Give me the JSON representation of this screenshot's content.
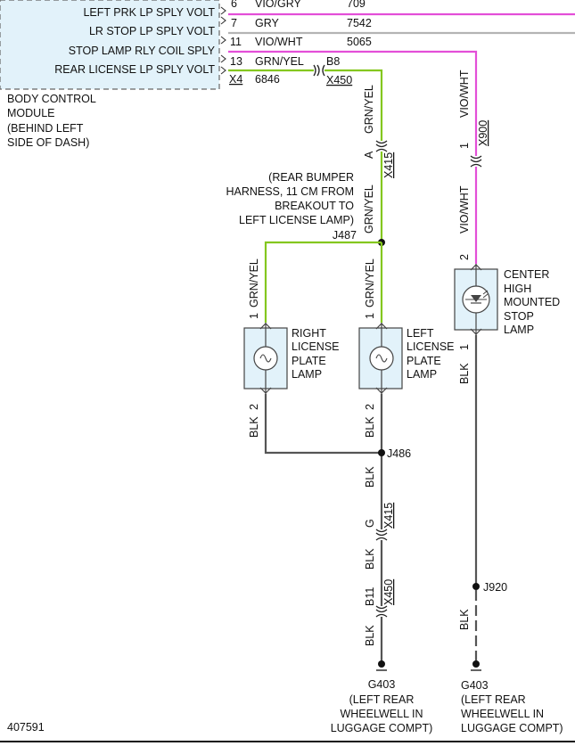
{
  "module": {
    "name_lines": [
      "BODY CONTROL",
      "MODULE",
      "(BEHIND LEFT",
      "SIDE OF DASH)"
    ],
    "signals": [
      {
        "label": "LEFT PRK LP SPLY VOLT",
        "pin": "6",
        "color": "VIO/GRY",
        "circuit": "709"
      },
      {
        "label": "LR STOP LP SPLY VOLT",
        "pin": "7",
        "color": "GRY",
        "circuit": "7542"
      },
      {
        "label": "STOP LAMP RLY COIL SPLY",
        "pin": "11",
        "color": "VIO/WHT",
        "circuit": "5065"
      },
      {
        "label": "REAR LICENSE LP SPLY VOLT",
        "pin": "13",
        "color": "GRN/YEL",
        "circuit": "6846"
      }
    ],
    "connector": "X4",
    "pin_b8": "B8",
    "x450": "X450"
  },
  "wires": {
    "grn_yel": "GRN/YEL",
    "vio_wht": "VIO/WHT",
    "blk": "BLK"
  },
  "connectors": {
    "x415_upper": {
      "name": "X415",
      "pin": "A"
    },
    "x900": {
      "name": "X900",
      "pin": "1"
    },
    "x415_lower": {
      "name": "X415",
      "pin": "G"
    },
    "x450_lower": {
      "name": "X450",
      "pin": "B11"
    }
  },
  "splices": {
    "j487": "J487",
    "j486": "J486",
    "j920": "J920"
  },
  "harness_note": [
    "(REAR BUMPER",
    "HARNESS, 11 CM FROM",
    "BREAKOUT TO",
    "LEFT LICENSE LAMP)"
  ],
  "lamps": {
    "right": {
      "lines": [
        "RIGHT",
        "LICENSE",
        "PLATE",
        "LAMP"
      ],
      "pin_top": "1",
      "pin_bottom": "2"
    },
    "left": {
      "lines": [
        "LEFT",
        "LICENSE",
        "PLATE",
        "LAMP"
      ],
      "pin_top": "1",
      "pin_bottom": "2"
    },
    "chmsl": {
      "lines": [
        "CENTER",
        "HIGH",
        "MOUNTED",
        "STOP",
        "LAMP"
      ],
      "pin_top": "2",
      "pin_bottom": "1"
    }
  },
  "grounds": {
    "left": {
      "name": "G403",
      "lines": [
        "(LEFT REAR",
        "WHEELWELL IN",
        "LUGGAGE COMPT)"
      ]
    },
    "right": {
      "name": "G403",
      "lines": [
        "(LEFT REAR",
        "WHEELWELL IN",
        "LUGGAGE COMPT)"
      ]
    }
  },
  "figure_id": "407591",
  "colors": {
    "module_fill": "#e2f2fa",
    "vio_wire": "#e34fd8",
    "grn_wire": "#84c71f",
    "gry_wire": "#b4b4b4",
    "blk_wire": "#555555"
  }
}
